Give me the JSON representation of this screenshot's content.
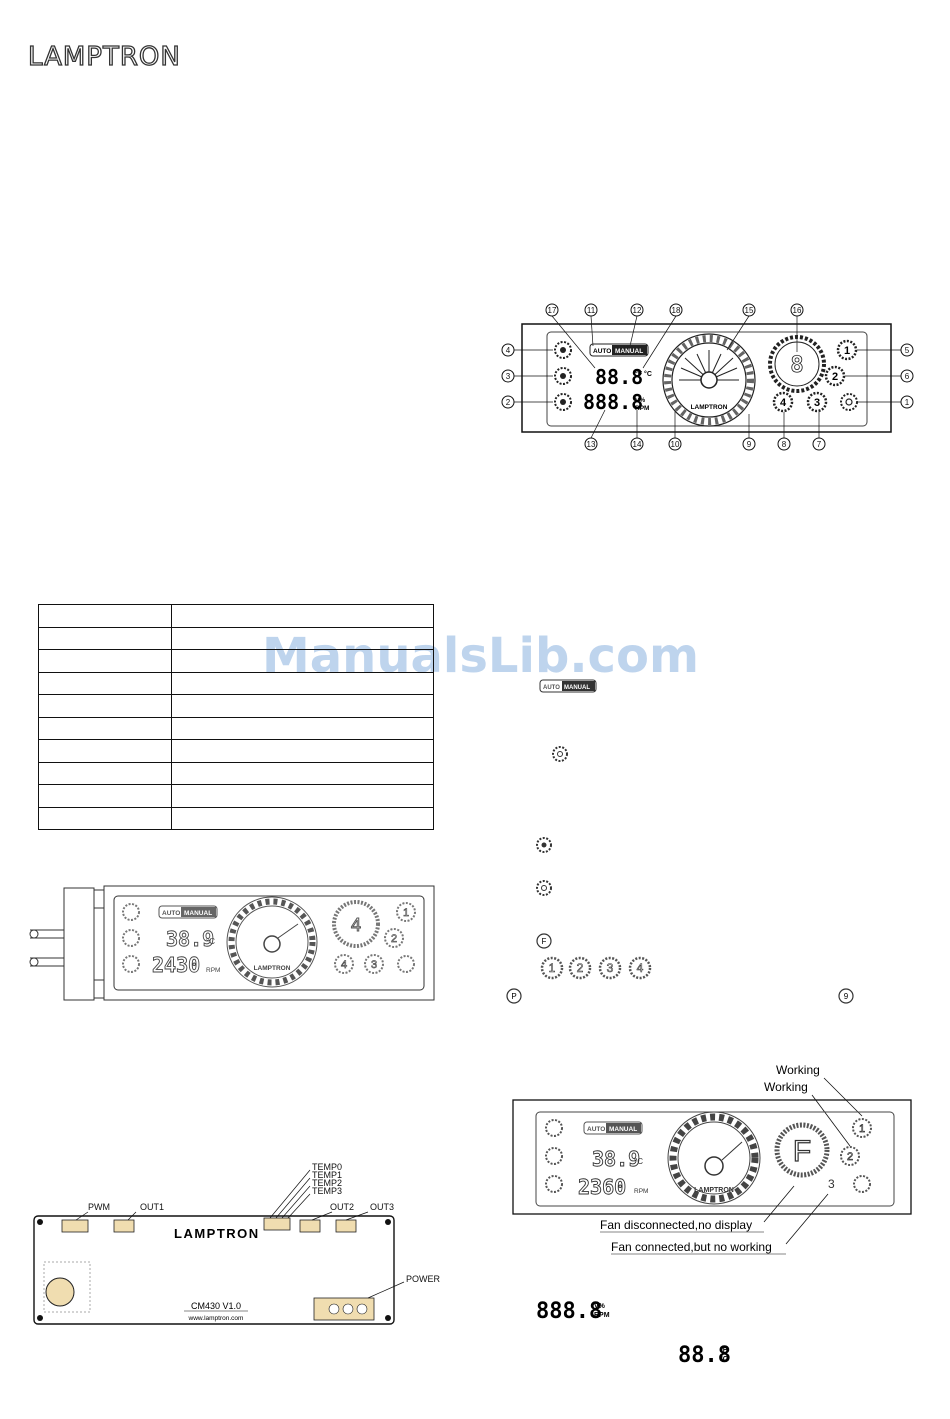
{
  "brand": {
    "logo": "LAMPTRON"
  },
  "watermark": "ManualsLib.com",
  "front_panel_diagram": {
    "callouts": [
      "17",
      "11",
      "12",
      "18",
      "15",
      "16",
      "4",
      "3",
      "2",
      "5",
      "6",
      "1",
      "13",
      "14",
      "10",
      "9",
      "8",
      "7"
    ],
    "mode_auto": "AUTO",
    "mode_manual": "MANUAL",
    "temp_digits": "88.8",
    "temp_units": "°F °C",
    "speed_digits": "888.8",
    "speed_unit_top": "V%",
    "speed_unit_bottom": "RPM",
    "center_digit": "8",
    "brand": "LAMPTRON",
    "fan_numbers": [
      "1",
      "2",
      "3",
      "4"
    ]
  },
  "spec_table": {
    "rows": 10,
    "cols": 2
  },
  "side_view": {
    "mode_auto": "AUTO",
    "mode_manual": "MANUAL",
    "temp": "38.9",
    "temp_unit": "°C",
    "rpm": "2430",
    "rpm_unit": "RPM",
    "brand": "LAMPTRON",
    "big_digit": "4",
    "fan_numbers": [
      "1",
      "2",
      "3",
      "4"
    ]
  },
  "pcb": {
    "labels": {
      "pwm": "PWM",
      "out1": "OUT1",
      "temp0": "TEMP0",
      "temp1": "TEMP1",
      "temp2": "TEMP2",
      "temp3": "TEMP3",
      "out2": "OUT2",
      "out3": "OUT3",
      "power": "POWER"
    },
    "brand": "LAMPTRON",
    "model": "CM430 V1.0",
    "url": "www.lamptron.com"
  },
  "icon_legend": {
    "auto": "AUTO",
    "manual": "MANUAL",
    "fan_numbers": [
      "1",
      "2",
      "3",
      "4"
    ],
    "f_letter": "F",
    "p_letter": "P",
    "nine": "9"
  },
  "status_diagram": {
    "working_1": "Working",
    "working_2": "Working",
    "mode_auto": "AUTO",
    "mode_manual": "MANUAL",
    "temp": "38.9",
    "temp_unit": "°C",
    "rpm": "2360",
    "rpm_unit": "RPM",
    "brand": "LAMPTRON",
    "big_letter": "F",
    "fan_number_1": "1",
    "fan_number_2": "2",
    "fan_number_3": "3",
    "fan_disconnected": "Fan disconnected,no display",
    "fan_connected": "Fan connected,but no working"
  },
  "display_examples": {
    "speed_digits": "888.8",
    "speed_unit_top": "V%",
    "speed_unit_bottom": "RPM",
    "temp_digits": "88.8",
    "temp_unit_top": "°F",
    "temp_unit_bottom": "°C"
  }
}
